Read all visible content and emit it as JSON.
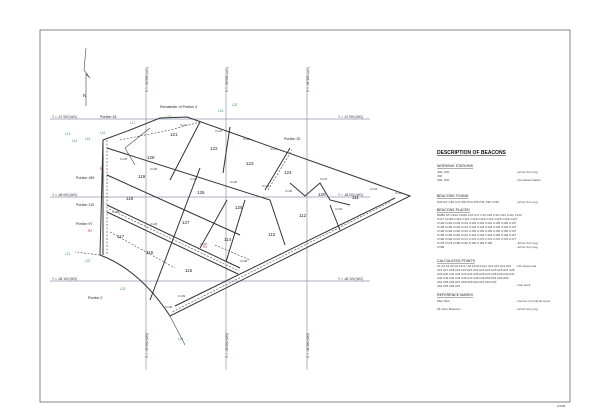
{
  "north_label": "N",
  "grid": {
    "vertical": [
      "X = -45 900 (WG)",
      "X = -46 000 (WG)",
      "X = -46 100 (WG)"
    ],
    "horizontal": [
      "Y = -47 900 (WG)",
      "Y = -48 000 (WG)",
      "Y = -48 100 (WG)"
    ]
  },
  "neighbours": {
    "portion_15": "Portion 15",
    "remainder_4": "Remainder of Portion 4",
    "portion_20": "Portion 20",
    "portion_189": "Portion 189",
    "portion_110": "Portion 110",
    "portion_97": "Portion 97",
    "portion_2": "Portion 2"
  },
  "parcels": [
    "111",
    "112",
    "113",
    "114",
    "115",
    "116",
    "117",
    "118",
    "119",
    "120",
    "121",
    "122",
    "123",
    "124",
    "125",
    "126",
    "127",
    "128"
  ],
  "beacon_labels": {
    "black": [
      "C121",
      "C122",
      "C123",
      "C124",
      "C125",
      "C126",
      "C127",
      "C128",
      "C129",
      "C130",
      "C131",
      "C132",
      "C133",
      "C134",
      "C135",
      "C136",
      "C137",
      "C138",
      "C139",
      "C140"
    ],
    "green": [
      "L13",
      "L14",
      "L15",
      "L16",
      "L17",
      "L18",
      "L19",
      "L20",
      "L21",
      "L22",
      "L23",
      "L24"
    ],
    "red": [
      "R1",
      "R2",
      "R3"
    ]
  },
  "legend": {
    "title": "DESCRIPTION OF BEACONS",
    "sections": [
      {
        "heading": "WORKING STATIONS",
        "lines": [
          "JWL JWL",
          "JWI",
          "JWL JWL"
        ],
        "notes": [
          "...12mm Iron peg",
          "...Unmarked station"
        ]
      },
      {
        "heading": "BEACONS FOUND",
        "lines": [
          "P29 W7 C45 C47 A50 P14 A55 P3F P2F 2V4F"
        ],
        "notes": [
          "...12mm Iron peg"
        ]
      },
      {
        "heading": "BEACONS PLACED",
        "lines": [
          "NMB1 A5 C34A C1MA C16 C17 C16 C18 C19 C111 C112 C113",
          "C117 C118A C119 C121 C122 C123 C124 C125 C126 C127",
          "C128 C129 C130 C131 C132 C133 C134 C135 C136 C137",
          "C138 C139 C140 C141 C142 C143 C144 C145 C146 C147",
          "C148 C149 C150 C151 C152 C153 C154 C155 C156 C157",
          "C158 C159 C160 C161 C162 C163 C164 C165 C166 C167",
          "C168 C169 C170 C171 C172 C173 C174 C175 C176 C177",
          "C178 C179 C180 C181 C182 C183 C184",
          "C185"
        ],
        "notes": [
          "...12mm Iron peg",
          "...12mm Iron peg"
        ]
      },
      {
        "heading": "CALCULATED POINTS",
        "lines": [
          "A1 A2 A3 A4 A5 A6 A7 A8 A9 A10 A11 A12 A13 A14 A15",
          "A16 A17 A18 A19 A20 A21 A22 A23 A24 A25 A26 A27 A28",
          "A29 A30 A31 A32 A33 A34 A35 A36 A37 A38 A39 A40 A41",
          "A42 A43 A44 A45 A46 A47 A48 A49 A50 A51 A52 A53",
          "A54 A55 A56 A57 A58 A59 A60 A61 A62 A63",
          "A64 A65 A66 A67"
        ],
        "notes": [
          "...Not beaconed",
          "...Gas point"
        ]
      },
      {
        "heading": "REFERENCE MARKS",
        "lines": [
          "Marc Bud",
          "All other Beacons"
        ],
        "notes": [
          "...Centre of manhole cover",
          "...12mm Iron peg"
        ]
      }
    ]
  },
  "footer": "2/2/08",
  "colors": {
    "grid": "#8a97ad",
    "green": "#3c9a4a",
    "red": "#d02a2a",
    "line": "#333333"
  }
}
